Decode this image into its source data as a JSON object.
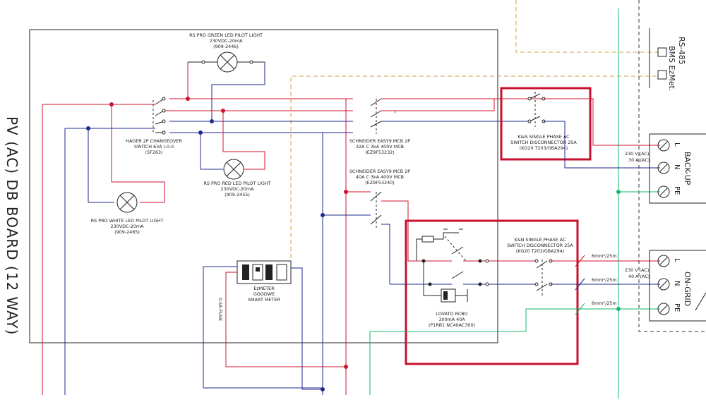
{
  "board_title": "PV (AC) DB BOARD (12 WAY)",
  "components": {
    "green_light": {
      "name": "RS PRO GREEN LED PILOT LIGHT",
      "rating": "230VDC-20mA",
      "code": "(909-2446)"
    },
    "red_light": {
      "name": "RS PRO RED LED PILOT LIGHT",
      "rating": "230VDC-20mA",
      "code": "(909-2455)"
    },
    "white_light": {
      "name": "RS PRO WHITE LED PILOT LIGHT",
      "rating": "230VDC-20mA",
      "code": "(909-2465)"
    },
    "changeover": {
      "name": "HAGER 2P CHANGEOVER",
      "rating": "SWITCH 63A I-0-II",
      "code": "(SF263)"
    },
    "mcb1": {
      "name": "SCHNEIDER EASY9 MCB 2P",
      "rating": "32A C 3kA 400V MCB",
      "code": "(EZ9F53232)"
    },
    "mcb2": {
      "name": "SCHNEIDER EASY9 MCB 2P",
      "rating": "40A C 3kA 400V MCB",
      "code": "(EZ9F53240)"
    },
    "disconnector1": {
      "name": "K&N SINGLE PHASE AC",
      "rating": "SWITCH DISCONNECTOR 25A",
      "code": "(KG20 T203/GBA294)"
    },
    "disconnector2": {
      "name": "K&N SINGLE PHASE AC",
      "rating": "SWITCH DISCONNECTOR 25A",
      "code": "(KG20 T203/GBA294)"
    },
    "meter": {
      "line1": "EzMETER",
      "line2": "GOODWE",
      "line3": "SMART METER"
    },
    "fuse": {
      "label": "0.5A FUSE"
    },
    "rcbo": {
      "name": "LOVATO RCBO",
      "rating": "300mA 40A",
      "code": "(P1RB1 NC40AC300)"
    }
  },
  "cables": {
    "c1": "6mm²/25m",
    "c2": "6mm²/25m",
    "c3": "6mm²/25m"
  },
  "terminals": {
    "backup": {
      "title": "BACK-UP",
      "l": "L",
      "n": "N",
      "pe": "PE",
      "rating_v": "230 V (AC)",
      "rating_a": "30 A (AC)"
    },
    "ongrid": {
      "title": "ON-GRID",
      "l": "L",
      "n": "N",
      "pe": "PE",
      "rating_v": "230 V (AC)",
      "rating_a": "40 A (AC)"
    },
    "comm": {
      "title": "RS-485",
      "line2": "BMS EzMet."
    }
  },
  "colors": {
    "line": "#d0142c",
    "neutral": "#1c2a8e",
    "earth": "#16b86a",
    "comm": "#cfa24a",
    "highlight": "#c8102e"
  }
}
